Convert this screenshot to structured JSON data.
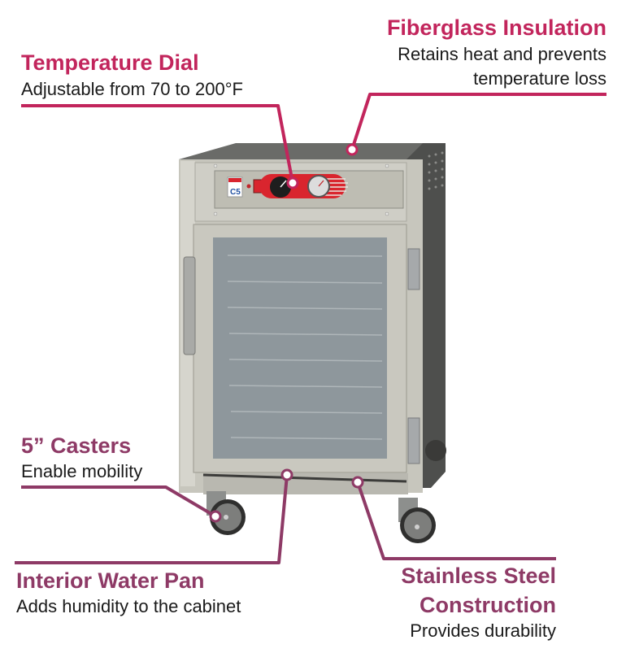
{
  "colors": {
    "accent_primary": "#c2255c",
    "accent_muted": "#8e3a66",
    "text": "#1a1a1a",
    "cabinet_steel": "#bdbcb4",
    "cabinet_dark": "#5a5a58",
    "glass": "#8e979c",
    "panel_red": "#d9252e"
  },
  "callouts": {
    "temperature_dial": {
      "title": "Temperature Dial",
      "description": "Adjustable from 70 to 200°F"
    },
    "fiberglass_insulation": {
      "title": "Fiberglass Insulation",
      "description_line1": "Retains heat and prevents",
      "description_line2": "temperature loss"
    },
    "casters": {
      "title": "5” Casters",
      "description": "Enable mobility"
    },
    "water_pan": {
      "title": "Interior Water Pan",
      "description": "Adds humidity to the cabinet"
    },
    "stainless_steel": {
      "title_line1": "Stainless Steel",
      "title_line2": "Construction",
      "description": "Provides durability"
    }
  },
  "product": {
    "panel_logo": "C5",
    "shelf_count": 8
  }
}
